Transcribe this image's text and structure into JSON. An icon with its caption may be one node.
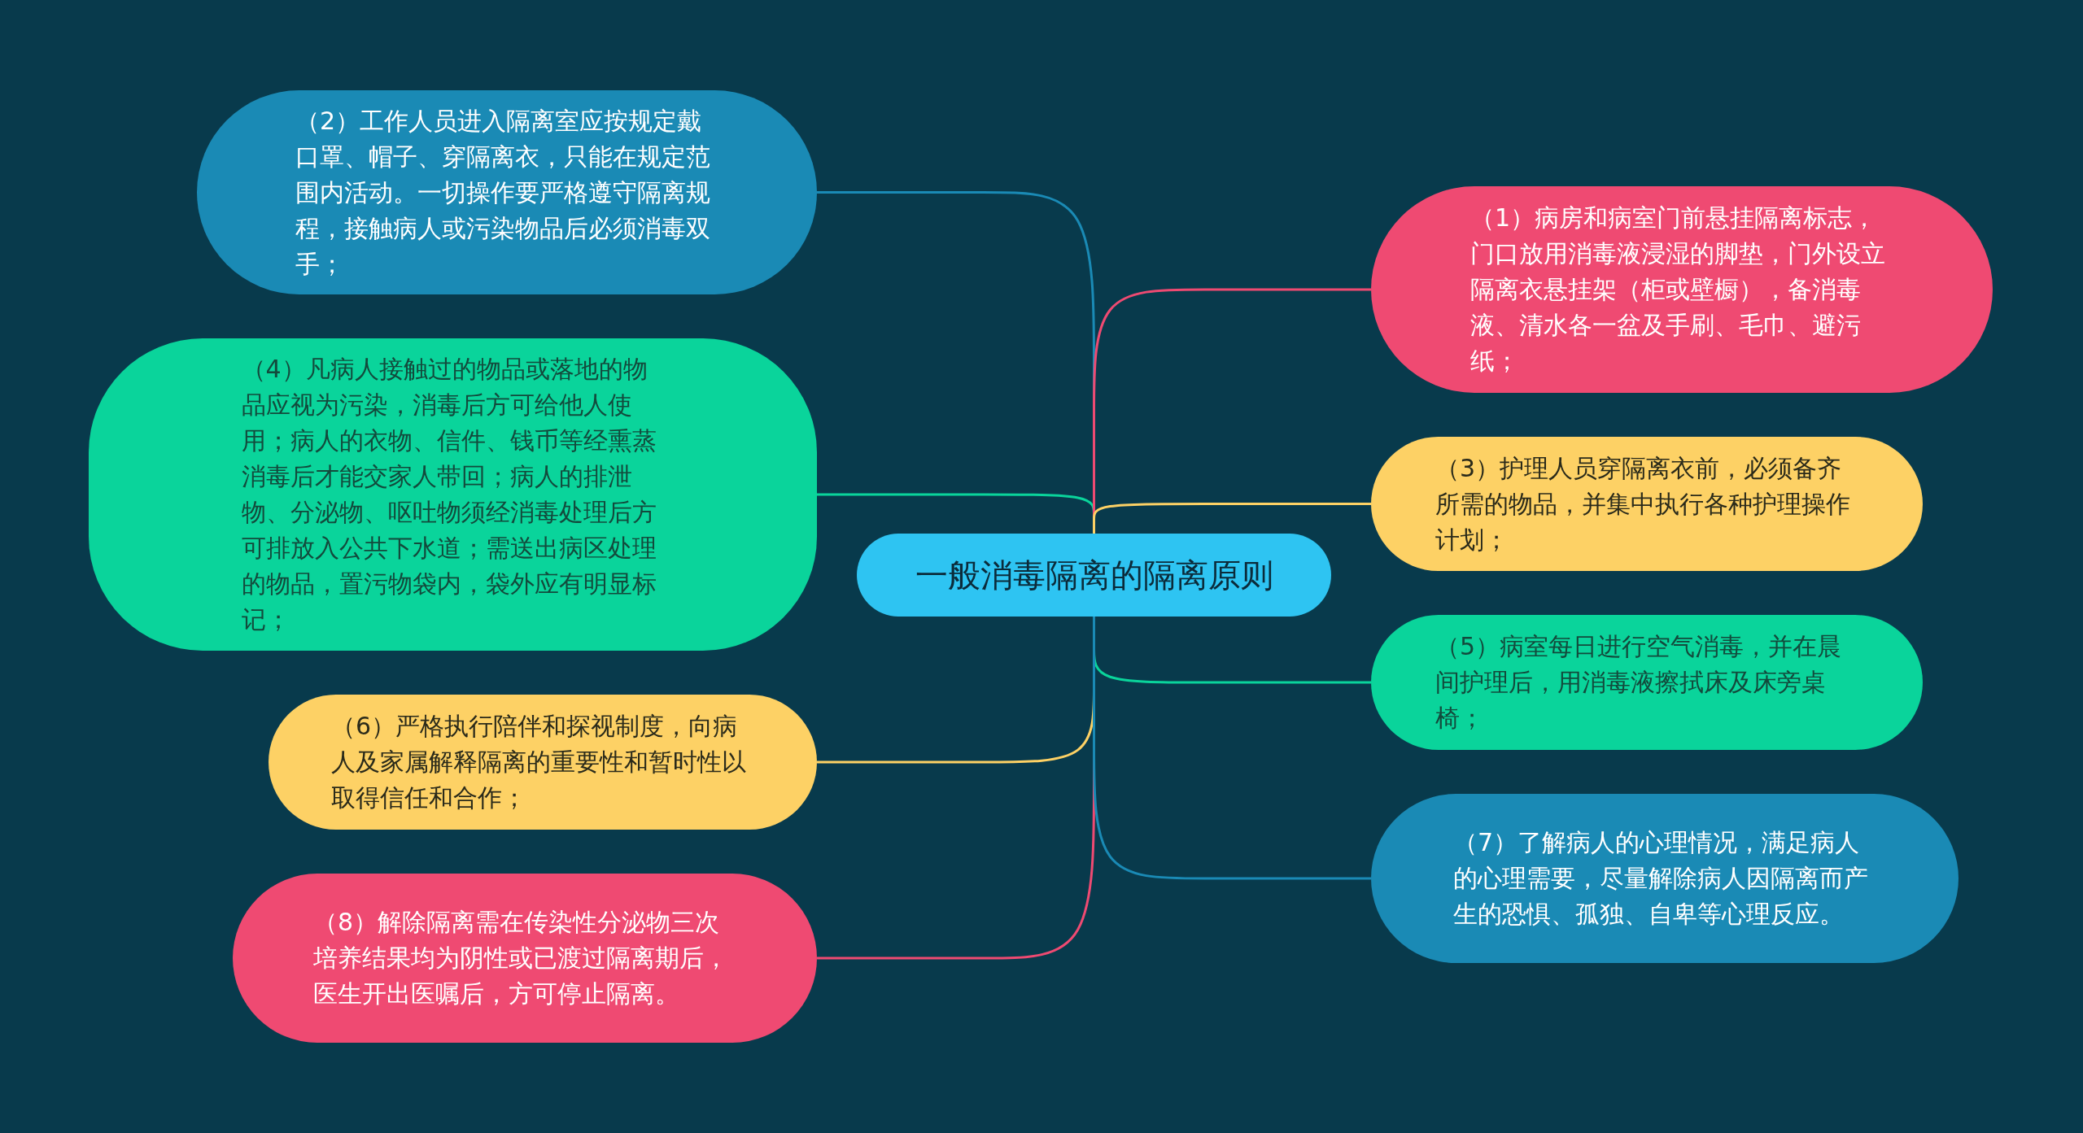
{
  "diagram": {
    "nodes": [
      {
        "text": [
          "一般消毒隔离的隔离原则"
        ]
      },
      {
        "text": [
          "（2）工作人员进入隔离室应按规定戴口罩、帽子、穿隔离衣，只能在规定范围内活动。一切操作要严格遵守隔离规程，接触病人或污染物品后必须消毒双手；"
        ]
      },
      {
        "text": [
          "（4）凡病人接触过的物品或落地的物品应视为污染，消毒后方可给他人使用；病人的衣物、信件、钱币等经熏蒸消毒后才能交家人带回；病人的排泄物、分泌物、呕吐物须经消毒处理后方可排放入公共下水道；需送出病区处理的物品，置污物袋内，袋外应有明显标记；"
        ]
      },
      {
        "text": [
          "（6）严格执行陪伴和探视制度，向病人及家属解释隔离的重要性和暂时性以取得信任和合作；"
        ]
      },
      {
        "text": [
          "（8）解除隔离需在传染性分泌物三次培养结果均为阴性或已渡过隔离期后，医生开出医嘱后，方可停止隔离。"
        ]
      },
      {
        "text": [
          "（1）病房和病室门前悬挂隔离标志，门口放用消毒液浸湿的脚垫，门外设立隔离衣悬挂架（柜或壁橱），备消毒液、清水各一盆及手刷、毛巾、避污纸；"
        ]
      },
      {
        "text": [
          "（3）护理人员穿隔离衣前，必须备齐所需的物品，并集中执行各种护理操作计划；"
        ]
      },
      {
        "text": [
          "（5）病室每日进行空气消毒，并在晨间护理后，用消毒液擦拭床及床旁桌椅；"
        ]
      },
      {
        "text": [
          "（7）了解病人的心理情况，满足病人的心理需要，尽量解除病人因隔离而产生的恐惧、孤独、自卑等心理反应。"
        ]
      }
    ],
    "edges": [
      {
        "from": 0,
        "to": 1,
        "arrow": "none",
        "color": "#1a8ab5"
      },
      {
        "from": 0,
        "to": 2,
        "arrow": "none",
        "color": "#0ad49b"
      },
      {
        "from": 0,
        "to": 3,
        "arrow": "none",
        "color": "#fdd165"
      },
      {
        "from": 0,
        "to": 4,
        "arrow": "none",
        "color": "#ef4a72"
      },
      {
        "from": 0,
        "to": 5,
        "arrow": "none",
        "color": "#ef4a72"
      },
      {
        "from": 0,
        "to": 6,
        "arrow": "none",
        "color": "#fdd165"
      },
      {
        "from": 0,
        "to": 7,
        "arrow": "none",
        "color": "#0ad49b"
      },
      {
        "from": 0,
        "to": 8,
        "arrow": "none",
        "color": "#1a8ab5"
      }
    ]
  }
}
